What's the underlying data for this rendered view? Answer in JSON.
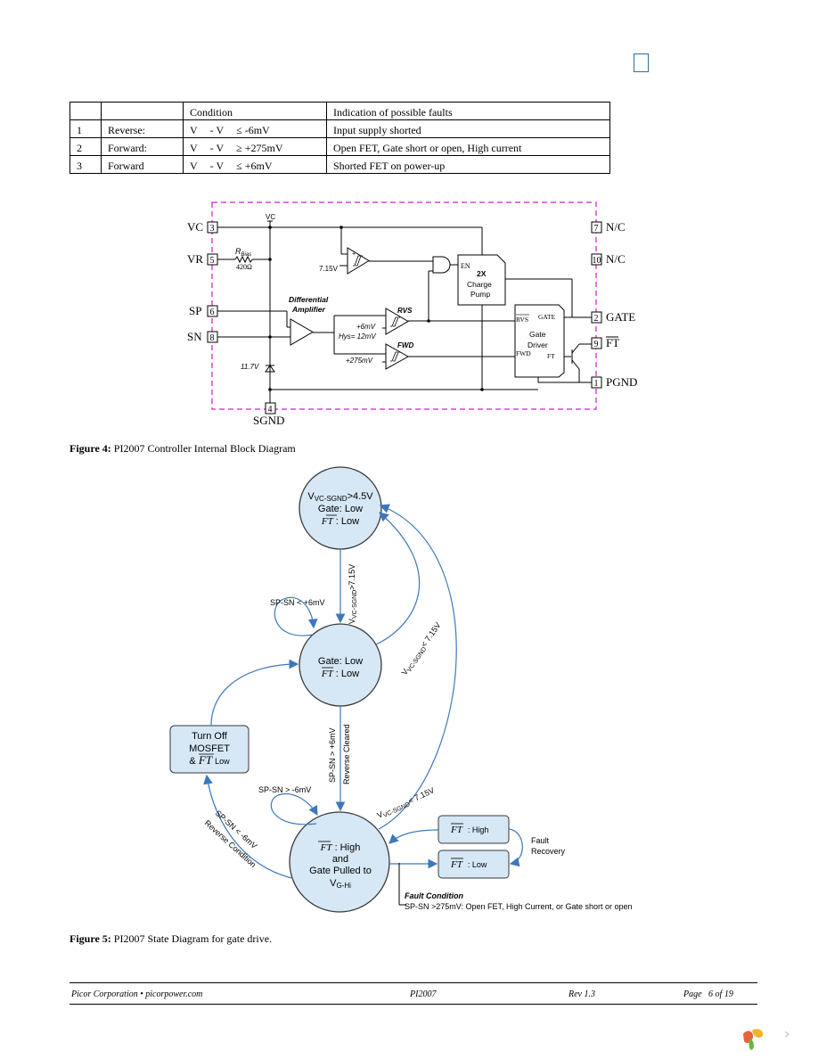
{
  "table": {
    "headers": [
      "",
      "",
      "Condition",
      "Indication of possible faults"
    ],
    "rows": [
      {
        "num": "1",
        "mode": "Reverse:",
        "cond_a": "V",
        "cond_b": "- V",
        "op": "≤",
        "val": "-6mV",
        "fault": "Input supply shorted"
      },
      {
        "num": "2",
        "mode": "Forward:",
        "cond_a": "V",
        "cond_b": "- V",
        "op": "≥",
        "val": "+275mV",
        "fault": "Open FET, Gate short or open, High current"
      },
      {
        "num": "3",
        "mode": "Forward",
        "cond_a": "V",
        "cond_b": "- V",
        "op": "≤",
        "val": "+6mV",
        "fault": "Shorted FET on power-up"
      }
    ]
  },
  "fig4": {
    "pins_left": [
      {
        "name": "VC",
        "num": "3"
      },
      {
        "name": "VR",
        "num": "5"
      },
      {
        "name": "SP",
        "num": "6"
      },
      {
        "name": "SN",
        "num": "8"
      }
    ],
    "pins_right": [
      {
        "name": "N/C",
        "num": "7"
      },
      {
        "name": "N/C",
        "num": "10"
      },
      {
        "name": "GATE",
        "num": "2"
      },
      {
        "name": "FT",
        "num": "9"
      },
      {
        "name": "PGND",
        "num": "1"
      }
    ],
    "pin_bottom": {
      "name": "SGND",
      "num": "4"
    },
    "vc_label": "VC",
    "rbias": "R",
    "rbias_sub": "Bias",
    "rbias_value": "420Ω",
    "v715": "7.15V",
    "diff_amp_1": "Differential",
    "diff_amp_2": "Amplifier",
    "rvs": "RVS",
    "fwd": "FWD",
    "plus6": "+6mV",
    "hys": "Hys= 12mV",
    "plus275": "+275mV",
    "zener": "11.7V",
    "cp_en": "EN",
    "cp_1": "2X",
    "cp_2": "Charge",
    "cp_3": "Pump",
    "gd_rvs": "RVS",
    "gd_gate": "GATE",
    "gd_1": "Gate",
    "gd_2": "Driver",
    "gd_ft": "FT",
    "gd_fwd": "FWD",
    "caption_label": "Figure 4:",
    "caption_text": " PI2007 Controller Internal Block Diagram"
  },
  "fig5": {
    "s1_l1": "V",
    "s1_l1_sub": "VC-SGND",
    "s1_l1_tail": ">4.5V",
    "s1_l2": "Gate: Low",
    "s1_l3": "FT",
    "s1_l3_tail": " : Low",
    "s2_l1": "Gate: Low",
    "s2_l2": "FT",
    "s2_l2_tail": " : Low",
    "s3_l1": "FT",
    "s3_l1_tail": " : High",
    "s3_l2": "and",
    "s3_l3": "Gate Pulled to",
    "s3_l4": "V",
    "s3_l4_sub": "G-Hi",
    "turnoff_1": "Turn Off",
    "turnoff_2": "MOSFET",
    "turnoff_3a": "&",
    "turnoff_3b": "FT",
    "turnoff_3c": "Low",
    "fthigh_a": "FT",
    "fthigh_b": ": High",
    "ftlow_a": "FT",
    "ftlow_b": ": Low",
    "fault_recovery_1": "Fault",
    "fault_recovery_2": "Recovery",
    "loop1": "SP-SN < +6mV",
    "loop2": "SP-SN > -6mV",
    "t12": "V",
    "t12_sub": "VC-SGND",
    "t12_tail": ">7.15V",
    "t21": "V",
    "t21_sub": "VC-SGND",
    "t21_tail": "< 7.15V",
    "t31": "V",
    "t31_sub": "VC-SGND",
    "t31_tail": "< 7.15V",
    "t23a": "SP-SN > +6mV",
    "t23b": "Reverse Cleared",
    "rev1": "SP-SN < -6mV",
    "rev2": "Reverse Condition",
    "fc_title": "Fault Condition",
    "fc_text": "SP-SN >275mV: Open FET,  High Current, or Gate short or open",
    "caption_label": "Figure 5:",
    "caption_text": " PI2007 State Diagram for gate drive."
  },
  "footer": {
    "company": "Picor Corporation • picorpower.com",
    "part": "PI2007",
    "rev": "Rev 1.3",
    "page_word": "Page",
    "page_num": "6 of 19"
  },
  "colors": {
    "state_fill": "#d6e7f5",
    "state_stroke": "#3a3a3a",
    "arrow": "#3d77bd",
    "dash": "#e040d8"
  }
}
